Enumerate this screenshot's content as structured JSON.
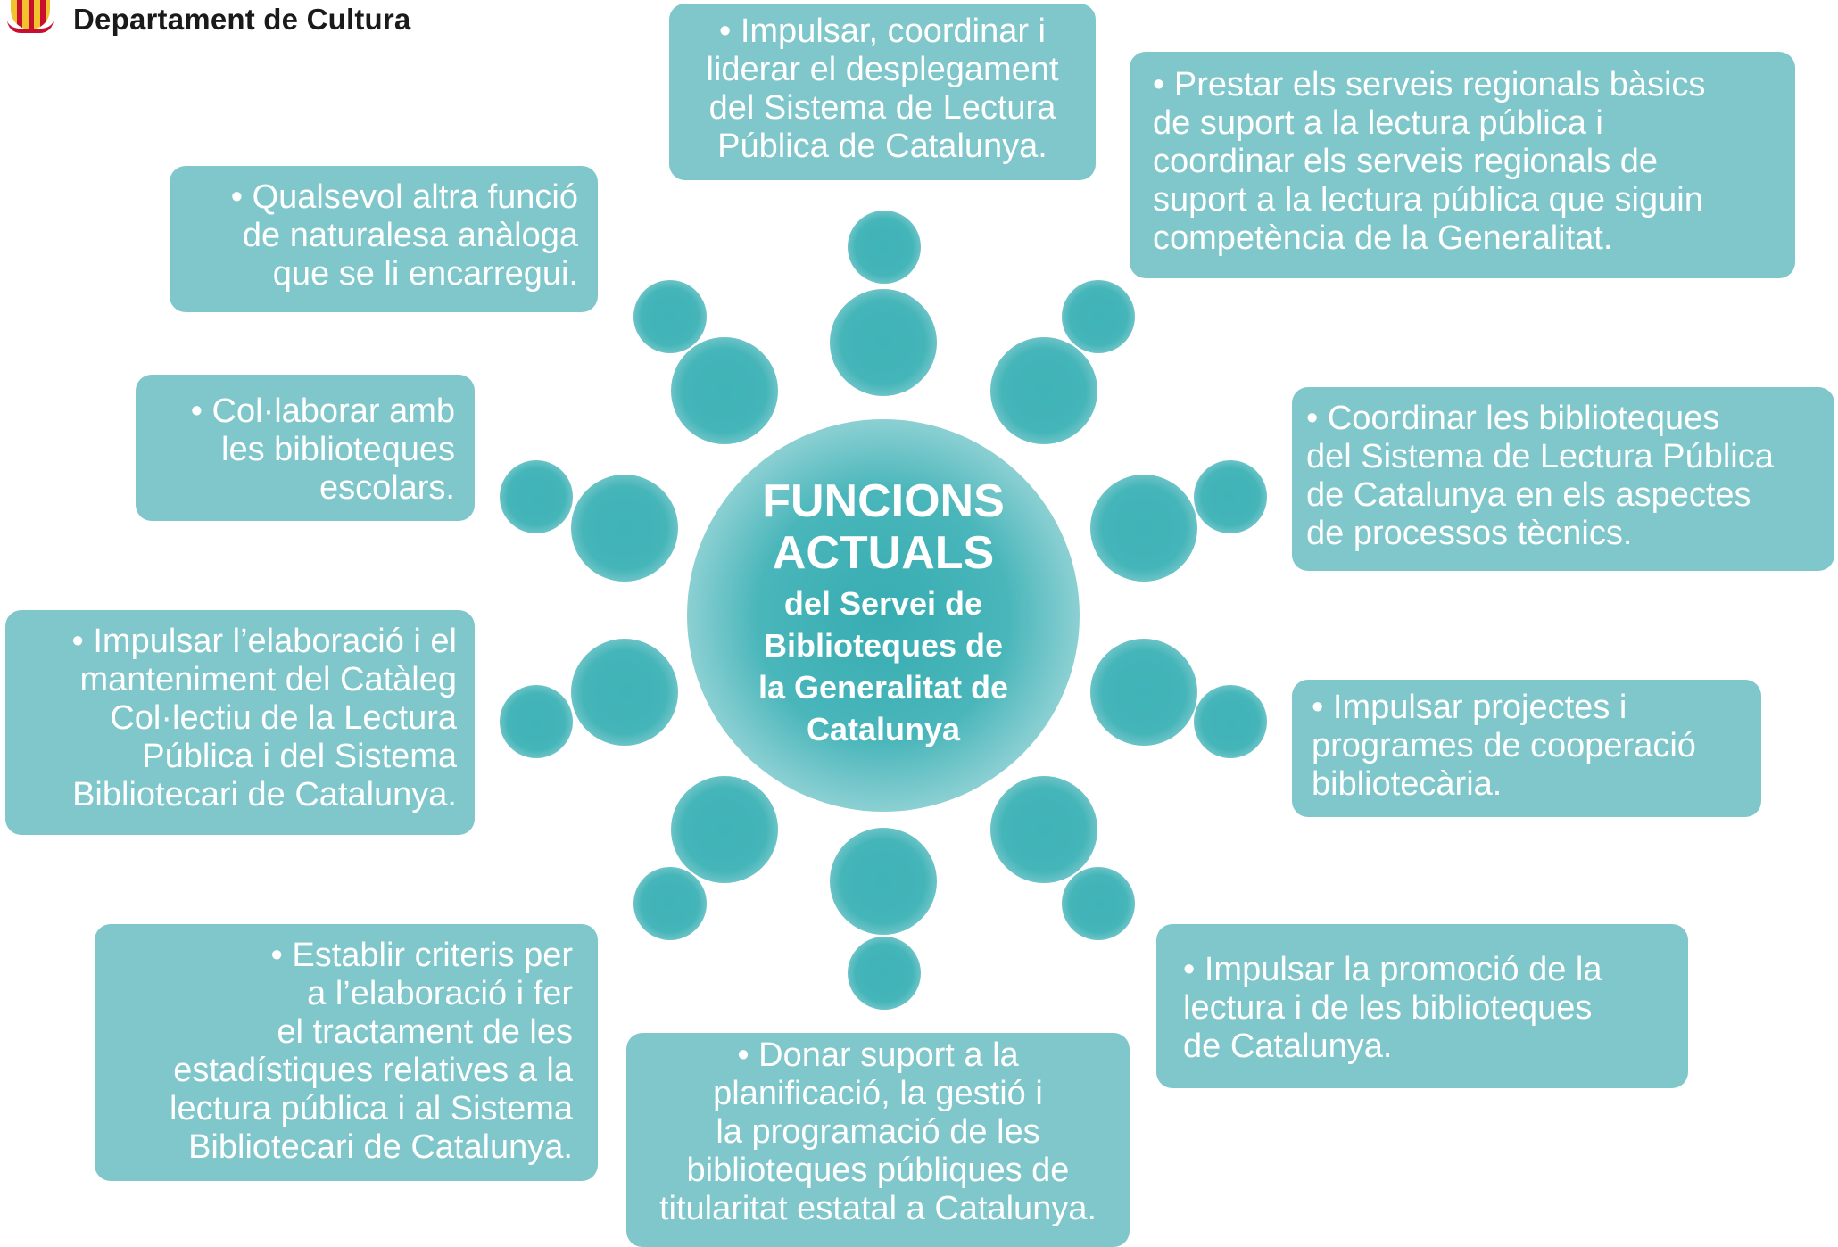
{
  "header": {
    "department": "Departament de Cultura"
  },
  "center": {
    "title": "FUNCIONS\nACTUALS",
    "subtitle": "del Servei de\nBiblioteques de\nla Generalitat de\nCatalunya"
  },
  "functions": {
    "top": "• Impulsar, coordinar i\nliderar el desplegament\ndel Sistema de Lectura\nPública de Catalunya.",
    "top_right": "• Prestar els serveis regionals bàsics\nde suport a la lectura pública i\ncoordinar els serveis regionals de\nsuport a la lectura pública que siguin\ncompetència de la Generalitat.",
    "right_upper": "• Coordinar les biblioteques\ndel Sistema de Lectura Pública\nde Catalunya en els aspectes\nde processos tècnics.",
    "right_lower": "• Impulsar projectes i\nprogrames de cooperació\nbibliotecària.",
    "bottom_right": "• Impulsar la promoció de la\nlectura i de les biblioteques\nde Catalunya.",
    "bottom": "• Donar suport a la\nplanificació, la gestió i\nla programació de les\nbiblioteques públiques de\ntitularitat estatal a Catalunya.",
    "bottom_left": "• Establir criteris per\na l’elaboració i fer\nel tractament de les\nestadístiques relatives a la\nlectura pública i al Sistema\nBibliotecari de Catalunya.",
    "left_lower": "• Impulsar l’elaboració i el\nmanteniment del Catàleg\nCol·lectiu de la Lectura\nPública i del Sistema\nBibliotecari de Catalunya.",
    "left_upper": "• Col·laborar amb\nles biblioteques\nescolars.",
    "top_left": "• Qualsevol altra funció\nde naturalesa anàloga\nque se li encarregui."
  },
  "colors": {
    "box_fill": "#7fc7cb",
    "dot_fill": "#44b5b9",
    "text": "#ffffff"
  }
}
